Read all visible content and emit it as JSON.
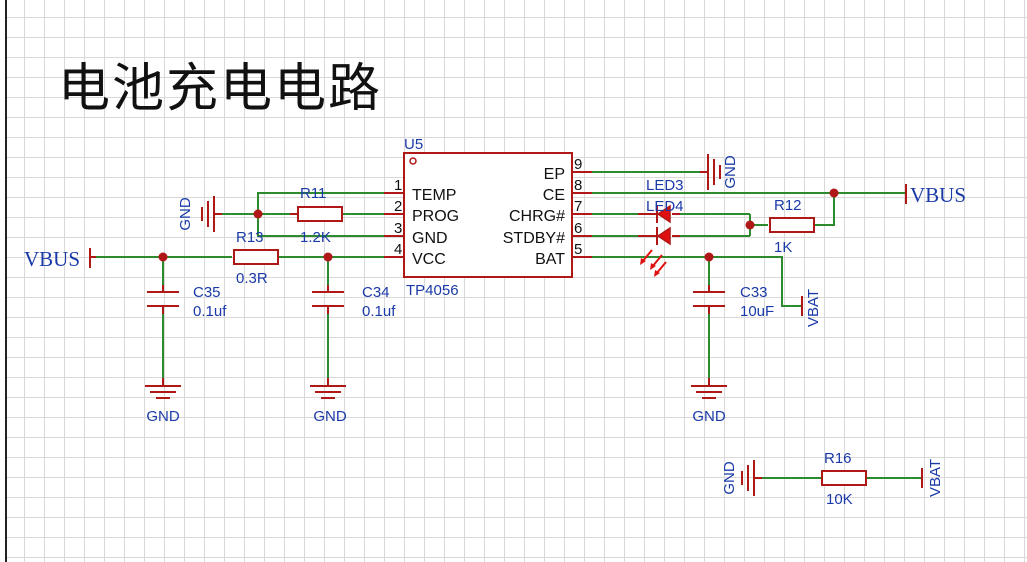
{
  "title": "电池充电电路",
  "ic": {
    "ref": "U5",
    "part": "TP4056",
    "pins_left": [
      {
        "num": "1",
        "name": "TEMP"
      },
      {
        "num": "2",
        "name": "PROG"
      },
      {
        "num": "3",
        "name": "GND"
      },
      {
        "num": "4",
        "name": "VCC"
      }
    ],
    "pins_right": [
      {
        "num": "9",
        "name": "EP"
      },
      {
        "num": "8",
        "name": "CE"
      },
      {
        "num": "7",
        "name": "CHRG#"
      },
      {
        "num": "6",
        "name": "STDBY#"
      },
      {
        "num": "5",
        "name": "BAT"
      }
    ]
  },
  "components": {
    "R11": {
      "ref": "R11",
      "value": "1.2K"
    },
    "R13": {
      "ref": "R13",
      "value": "0.3R"
    },
    "R12": {
      "ref": "R12",
      "value": "1K"
    },
    "R16": {
      "ref": "R16",
      "value": "10K"
    },
    "C35": {
      "ref": "C35",
      "value": "0.1uf"
    },
    "C34": {
      "ref": "C34",
      "value": "0.1uf"
    },
    "C33": {
      "ref": "C33",
      "value": "10uF"
    },
    "LED3": {
      "ref": "LED3"
    },
    "LED4": {
      "ref": "LED4"
    }
  },
  "nets": {
    "vbus_left": "VBUS",
    "vbus_right": "VBUS",
    "vbat_c33": "VBAT",
    "vbat_r16": "VBAT",
    "gnd_prog": "GND",
    "gnd_c35": "GND",
    "gnd_c34": "GND",
    "gnd_c33": "GND",
    "gnd_ep": "GND",
    "gnd_r16": "GND"
  },
  "colors": {
    "wire": "#2e8a2e",
    "symbol": "#b01818",
    "label": "#1a3aa8",
    "led": "#e01010"
  }
}
